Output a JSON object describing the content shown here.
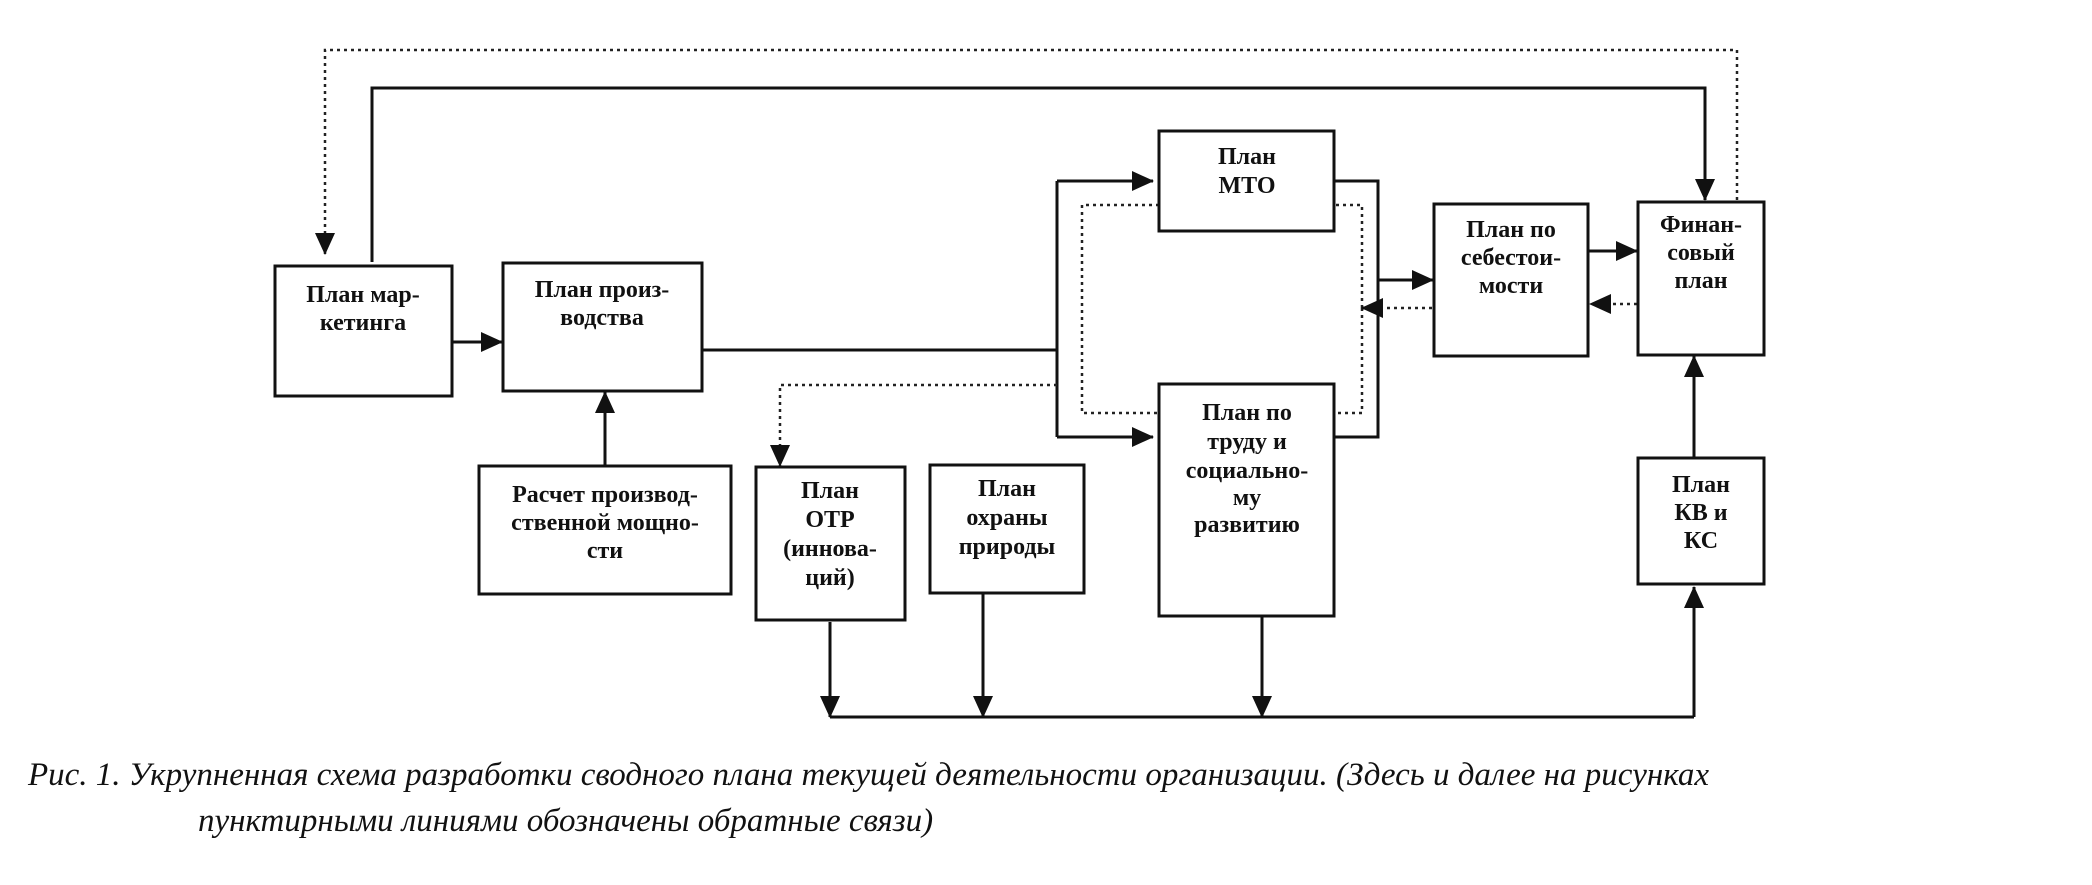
{
  "blocks": {
    "marketing": [
      "План мар-",
      "кетинга"
    ],
    "production": [
      "План произ-",
      "водства"
    ],
    "capacity": [
      "Расчет производ-",
      "ственной мощно-",
      "сти"
    ],
    "otr": [
      "План",
      "ОТР",
      "(иннова-",
      "ций)"
    ],
    "nature": [
      "План",
      "охраны",
      "природы"
    ],
    "mto": [
      "План",
      "МТО"
    ],
    "labor": [
      "План по",
      "труду и",
      "социально-",
      "му",
      "развитию"
    ],
    "cost": [
      "План по",
      "себестои-",
      "мости"
    ],
    "finance": [
      "Финан-",
      "совый",
      "план"
    ],
    "kv": [
      "План",
      "КВ и",
      "КС"
    ]
  },
  "caption": {
    "line1": "Рис. 1. Укрупненная схема разработки сводного плана текущей деятельности организации. (Здесь и далее на рисунках",
    "line2": "пунктирными линиями обозначены обратные связи)"
  }
}
